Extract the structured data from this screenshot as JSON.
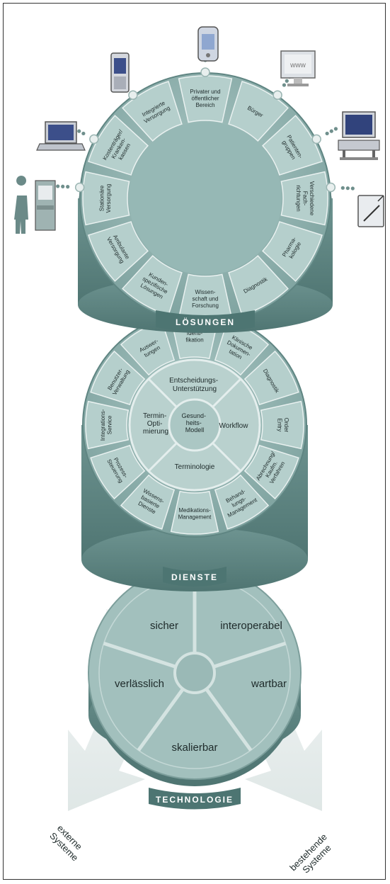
{
  "layers": {
    "solutions": {
      "title": "LÖSUNGEN",
      "segments": [
        [
          "Privater und",
          "öffentlicher",
          "Bereich"
        ],
        [
          "Bürger"
        ],
        [
          "Patienten-",
          "gruppen"
        ],
        [
          "Verschiedene",
          "Fach-",
          "richtungen"
        ],
        [
          "Pharma-",
          "kologie"
        ],
        [
          "Diagnostik"
        ],
        [
          "Wissen-",
          "schaft und",
          "Forschung"
        ],
        [
          "Kunden-",
          "spezifische",
          "Lösungen"
        ],
        [
          "Ambulante",
          "Versorgung"
        ],
        [
          "Stationäre",
          "Versorgung"
        ],
        [
          "Kostenträger/",
          "Kranken-",
          "kassen"
        ],
        [
          "Integrierte",
          "Versorgung"
        ]
      ]
    },
    "services": {
      "title": "DIENSTE",
      "segments": [
        [
          "Identi-",
          "fikation"
        ],
        [
          "Klinische",
          "Dokumen-",
          "tation"
        ],
        [
          "Diagnostik"
        ],
        [
          "Order",
          "Entry"
        ],
        [
          "Abrechnung/",
          "Kaufm.",
          "Verfahren"
        ],
        [
          "Behand-",
          "lungs-",
          "Management"
        ],
        [
          "Medikations-",
          "Management"
        ],
        [
          "Wissens-",
          "basierte",
          "Dienste"
        ],
        [
          "Prozess-",
          "Steuerung"
        ],
        [
          "Integrations-",
          "Service"
        ],
        [
          "Benutzer-",
          "Verwaltung"
        ],
        [
          "Auswer-",
          "tungen"
        ]
      ],
      "inner": {
        "top": [
          "Entscheidungs-",
          "Unterstützung"
        ],
        "right": [
          "Workflow"
        ],
        "bottom": [
          "Terminologie"
        ],
        "left": [
          "Termin-",
          "Opti-",
          "mierung"
        ],
        "center": [
          "Gesund-",
          "heits-",
          "Modell"
        ]
      }
    },
    "technology": {
      "title": "TECHNOLOGIE",
      "sectors": [
        "sicher",
        "interoperabel",
        "wartbar",
        "skalierbar",
        "verlässlich"
      ]
    }
  },
  "arrows": {
    "left": [
      "externe",
      "Systeme"
    ],
    "right": [
      "bestehende",
      "Systeme"
    ]
  },
  "devices": [
    "tablet-pc",
    "kiosk-terminal",
    "laptop",
    "pda",
    "smartphone",
    "www-monitor",
    "desktop-computer",
    "handheld-pad"
  ],
  "colors": {
    "teal": "#8fb1ae",
    "teal_light": "#b5cfcc",
    "teal_dark": "#5f8582",
    "label_band": "#3f6764"
  }
}
